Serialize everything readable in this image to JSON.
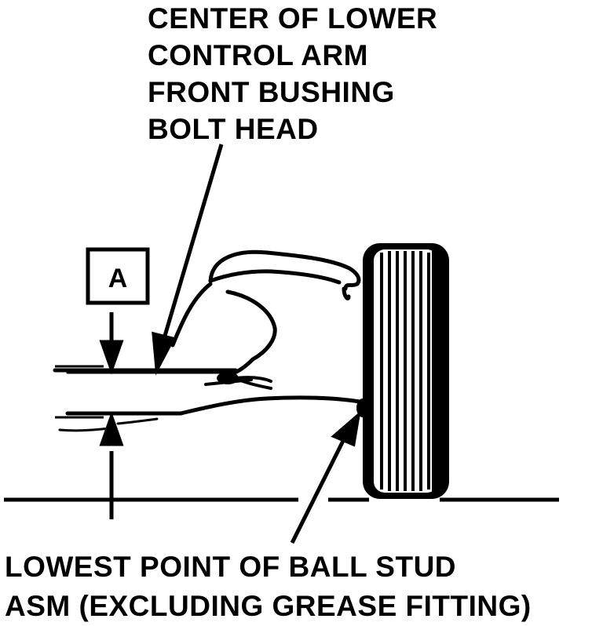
{
  "top_label": {
    "lines": [
      "CENTER OF LOWER",
      "CONTROL ARM",
      "FRONT BUSHING",
      "BOLT HEAD"
    ]
  },
  "bottom_label": {
    "lines": [
      "LOWEST POINT OF BALL STUD",
      "ASM (EXCLUDING GREASE FITTING)"
    ]
  },
  "dimension": {
    "letter": "A"
  },
  "colors": {
    "ink": "#000000",
    "paper": "#ffffff"
  }
}
